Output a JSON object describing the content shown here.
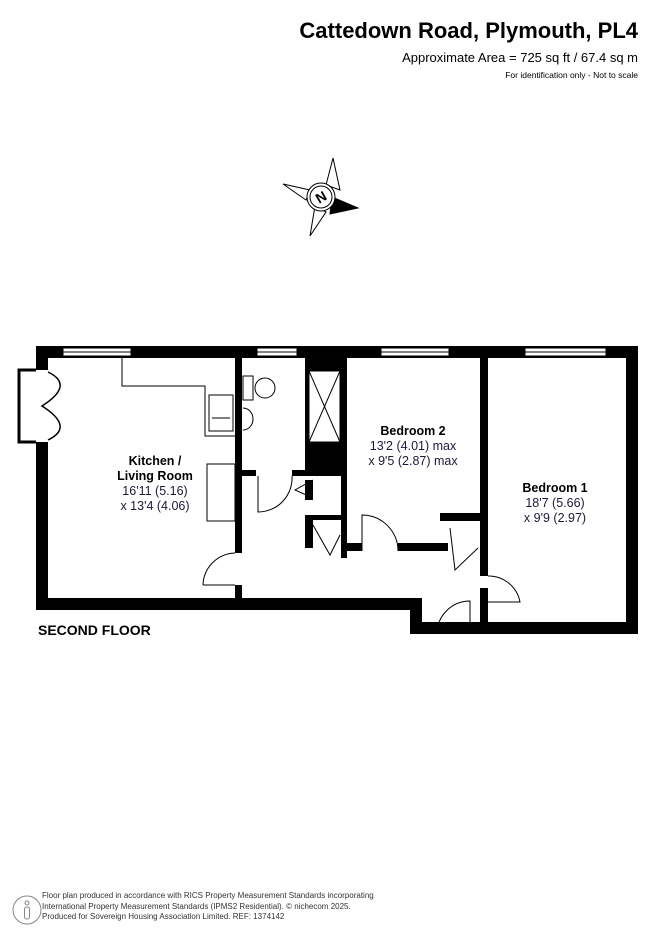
{
  "header": {
    "title": "Cattedown Road, Plymouth, PL4",
    "area": "Approximate Area = 725 sq ft / 67.4 sq m",
    "disclaimer": "For identification only - Not to scale"
  },
  "rooms": [
    {
      "name_line1": "Kitchen /",
      "name_line2": "Living Room",
      "dim1": "16'11 (5.16)",
      "dim2": "x 13'4 (4.06)"
    },
    {
      "name": "Bedroom 2",
      "dim1": "13'2 (4.01) max",
      "dim2": "x 9'5 (2.87) max"
    },
    {
      "name": "Bedroom 1",
      "dim1": "18'7 (5.66)",
      "dim2": "x 9'9 (2.97)"
    }
  ],
  "floor_label": "SECOND FLOOR",
  "compass": {
    "label": "N",
    "icon": "compass-icon"
  },
  "footer": {
    "line1": "Floor plan produced in accordance with RICS Property Measurement Standards incorporating",
    "line2": "International Property Measurement Standards (IPMS2 Residential).  © nichecom 2025.",
    "line3": "Produced for Sovereign Housing Association Limited.   REF:  1374142"
  }
}
